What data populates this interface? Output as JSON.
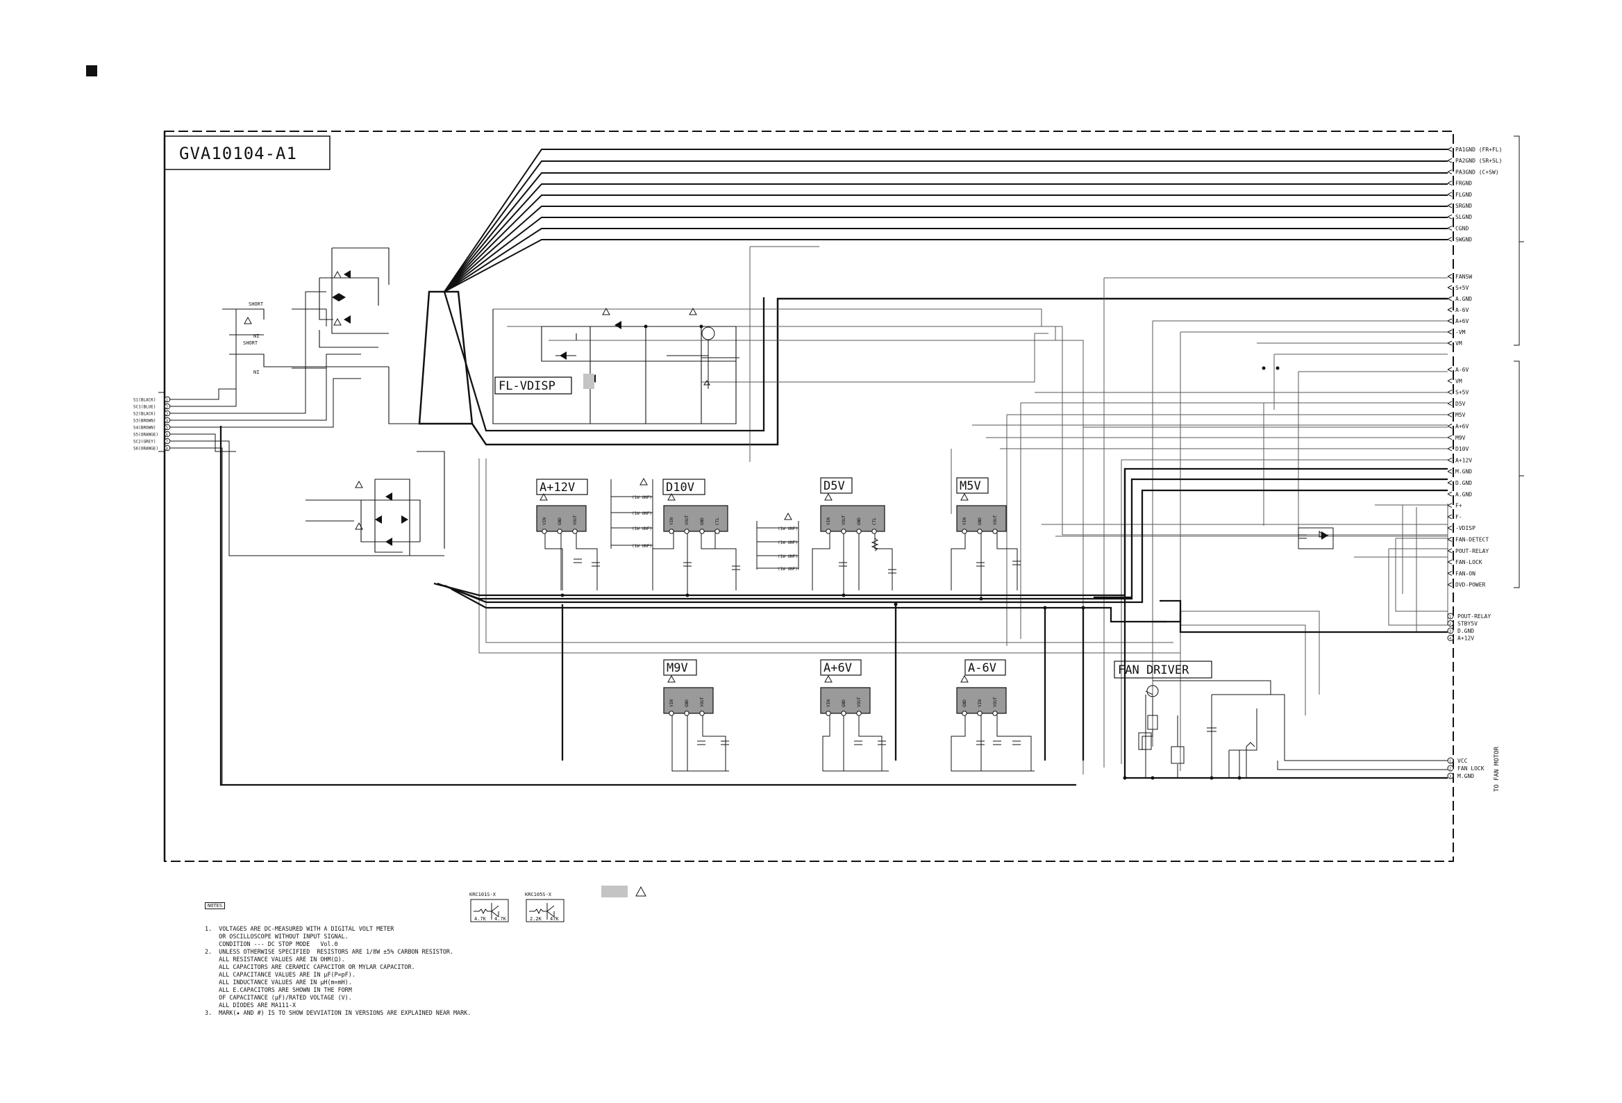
{
  "board_title": "GVA10104-A1",
  "blocks": {
    "fl_vdisp": "FL-VDISP",
    "a12v": "A+12V",
    "d10v": "D10V",
    "d5v": "D5V",
    "m5v": "M5V",
    "m9v": "M9V",
    "a6v": "A+6V",
    "am6v": "A-6V",
    "fan_driver": "FAN DRIVER"
  },
  "short_labels": [
    "SHORT",
    "SHORT"
  ],
  "ni_labels": [
    "NI",
    "NI",
    "NI"
  ],
  "left_connector": [
    "S1(BLACK)",
    "SC1(BLUE)",
    "S2(BLACK)",
    "S3(BROWN)",
    "S4(BROWN)",
    "S5(ORANGE)",
    "SC2(GREY)",
    "S6(ORANGE)"
  ],
  "right_group1": [
    "PA1GND  (FR+FL)",
    "PA2GND  (SR+SL)",
    "PA3GND  (C+SW)",
    "FRGND",
    "FLGND",
    "SRGND",
    "SLGND",
    "CGND",
    "SWGND"
  ],
  "right_group2": [
    "FANSW",
    "S+5V",
    "A.GND",
    "A-6V",
    "A+6V",
    "-VM",
    "VM"
  ],
  "right_group3": [
    "A-6V",
    "VM",
    "S+5V",
    "D5V",
    "M5V",
    "A+6V",
    "M9V",
    "D10V",
    "A+12V",
    "M.GND",
    "D.GND",
    "A.GND",
    "F+",
    "F-",
    "-VDISP",
    "FAN-DETECT",
    "POUT-RELAY",
    "FAN-LOCK",
    "FAN-ON",
    "DVD-POWER"
  ],
  "right_group4": [
    "POUT-RELAY",
    "STBY5V",
    "D.GND",
    "A+12V"
  ],
  "fan_motor_conn": [
    "VCC",
    "FAN LOCK",
    "M.GND"
  ],
  "fan_motor_title": "TO FAN MOTOR",
  "ic_pins": {
    "a12v": [
      "VIN",
      "GND",
      "VOUT"
    ],
    "d10v": [
      "VIN",
      "VOUT",
      "GND",
      "CTL"
    ],
    "d5v": [
      "VIN",
      "VOUT",
      "GND",
      "CTL"
    ],
    "m5v": [
      "VIN",
      "GND",
      "VOUT"
    ],
    "m9v": [
      "VIN",
      "GND",
      "VOUT"
    ],
    "a6v": [
      "VIN",
      "GND",
      "VOUT"
    ],
    "am6v": [
      "GND",
      "VIN",
      "VOUT"
    ]
  },
  "res_label": "(1W UNF)",
  "notes": {
    "header": "NOTES",
    "lines": [
      "1.  VOLTAGES ARE DC-MEASURED WITH A DIGITAL VOLT METER",
      "    OR OSCILLOSCOPE WITHOUT INPUT SIGNAL.",
      "    CONDITION --- DC STOP MODE   Vol.0",
      "2.  UNLESS OTHERWISE SPECIFIED  RESISTORS ARE 1/8W ±5% CARBON RESISTOR.",
      "    ALL RESISTANCE VALUES ARE IN OHM(Ω).",
      "    ALL CAPACITORS ARE CERAMIC CAPACITOR OR MYLAR CAPACITOR.",
      "    ALL CAPACITANCE VALUES ARE IN µF(P=pF).",
      "    ALL INDUCTANCE VALUES ARE IN µH(m=mH).",
      "    ALL E.CAPACITORS ARE SHOWN IN THE FORM",
      "    OF CAPACITANCE (µF)/RATED VOLTAGE (V).",
      "    ALL DIODES ARE MA111-X",
      "3.  MARK(★ AND #) IS TO SHOW DEVVIATION IN VERSIONS ARE EXPLAINED NEAR MARK."
    ]
  },
  "legend": {
    "kra1": "KRC101S-X",
    "kra2": "KRC105S-X",
    "k1a": "4.7K",
    "k1b": "4.7K",
    "k2a": "2.2K",
    "k2b": "47K"
  },
  "colors": {
    "line": "#111111",
    "thin": "#555555",
    "ic_fill": "#9a9a9a",
    "highlight": "#c4c4c4"
  }
}
